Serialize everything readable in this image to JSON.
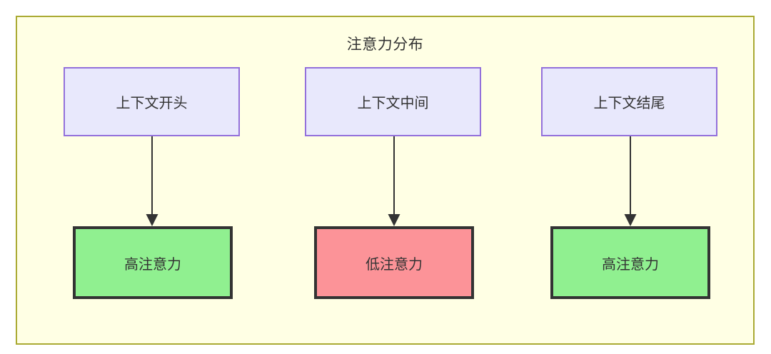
{
  "diagram": {
    "title": "注意力分布",
    "container": {
      "fill": "#ffffe4",
      "stroke": "#aaaa33"
    },
    "columns": [
      {
        "source": {
          "label": "上下文开头",
          "fill": "#e8e8fc",
          "stroke": "#9370db"
        },
        "target": {
          "label": "高注意力",
          "fill": "#90f090",
          "stroke": "#333333"
        },
        "edge": {
          "name": "arrow-down",
          "stroke": "#333333"
        }
      },
      {
        "source": {
          "label": "上下文中间",
          "fill": "#e8e8fc",
          "stroke": "#9370db"
        },
        "target": {
          "label": "低注意力",
          "fill": "#fc9398",
          "stroke": "#333333"
        },
        "edge": {
          "name": "arrow-down",
          "stroke": "#333333"
        }
      },
      {
        "source": {
          "label": "上下文结尾",
          "fill": "#e8e8fc",
          "stroke": "#9370db"
        },
        "target": {
          "label": "高注意力",
          "fill": "#90f090",
          "stroke": "#333333"
        },
        "edge": {
          "name": "arrow-down",
          "stroke": "#333333"
        }
      }
    ]
  }
}
